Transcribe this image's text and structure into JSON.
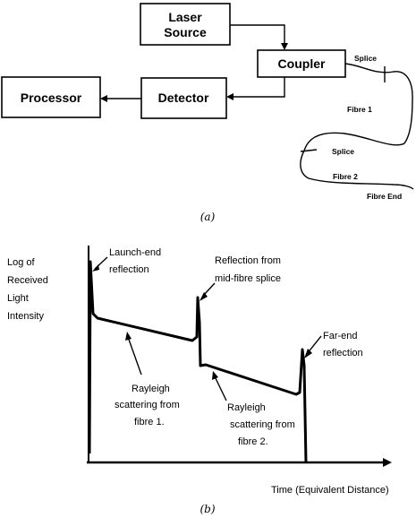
{
  "diagram_a": {
    "laser_line1": "Laser",
    "laser_line2": "Source",
    "coupler": "Coupler",
    "detector": "Detector",
    "processor": "Processor",
    "splice_1": "Splice",
    "fibre_1": "Fibre 1",
    "splice_2": "Splice",
    "fibre_2": "Fibre 2",
    "fibre_end": "Fibre End",
    "caption": "(a)"
  },
  "diagram_b": {
    "ylabel_lines": [
      "Log of",
      "Received",
      "Light",
      "Intensity"
    ],
    "launch_lines": [
      "Launch-end",
      "reflection"
    ],
    "mid_lines": [
      "Reflection from",
      "mid-fibre splice"
    ],
    "far_lines": [
      "Far-end",
      "reflection"
    ],
    "rayleigh1_lines": [
      "Rayleigh",
      "scattering from",
      "fibre 1."
    ],
    "rayleigh2_lines": [
      "Rayleigh",
      "scattering from",
      "fibre 2."
    ],
    "xlabel": "Time (Equivalent Distance)",
    "caption": "(b)"
  }
}
